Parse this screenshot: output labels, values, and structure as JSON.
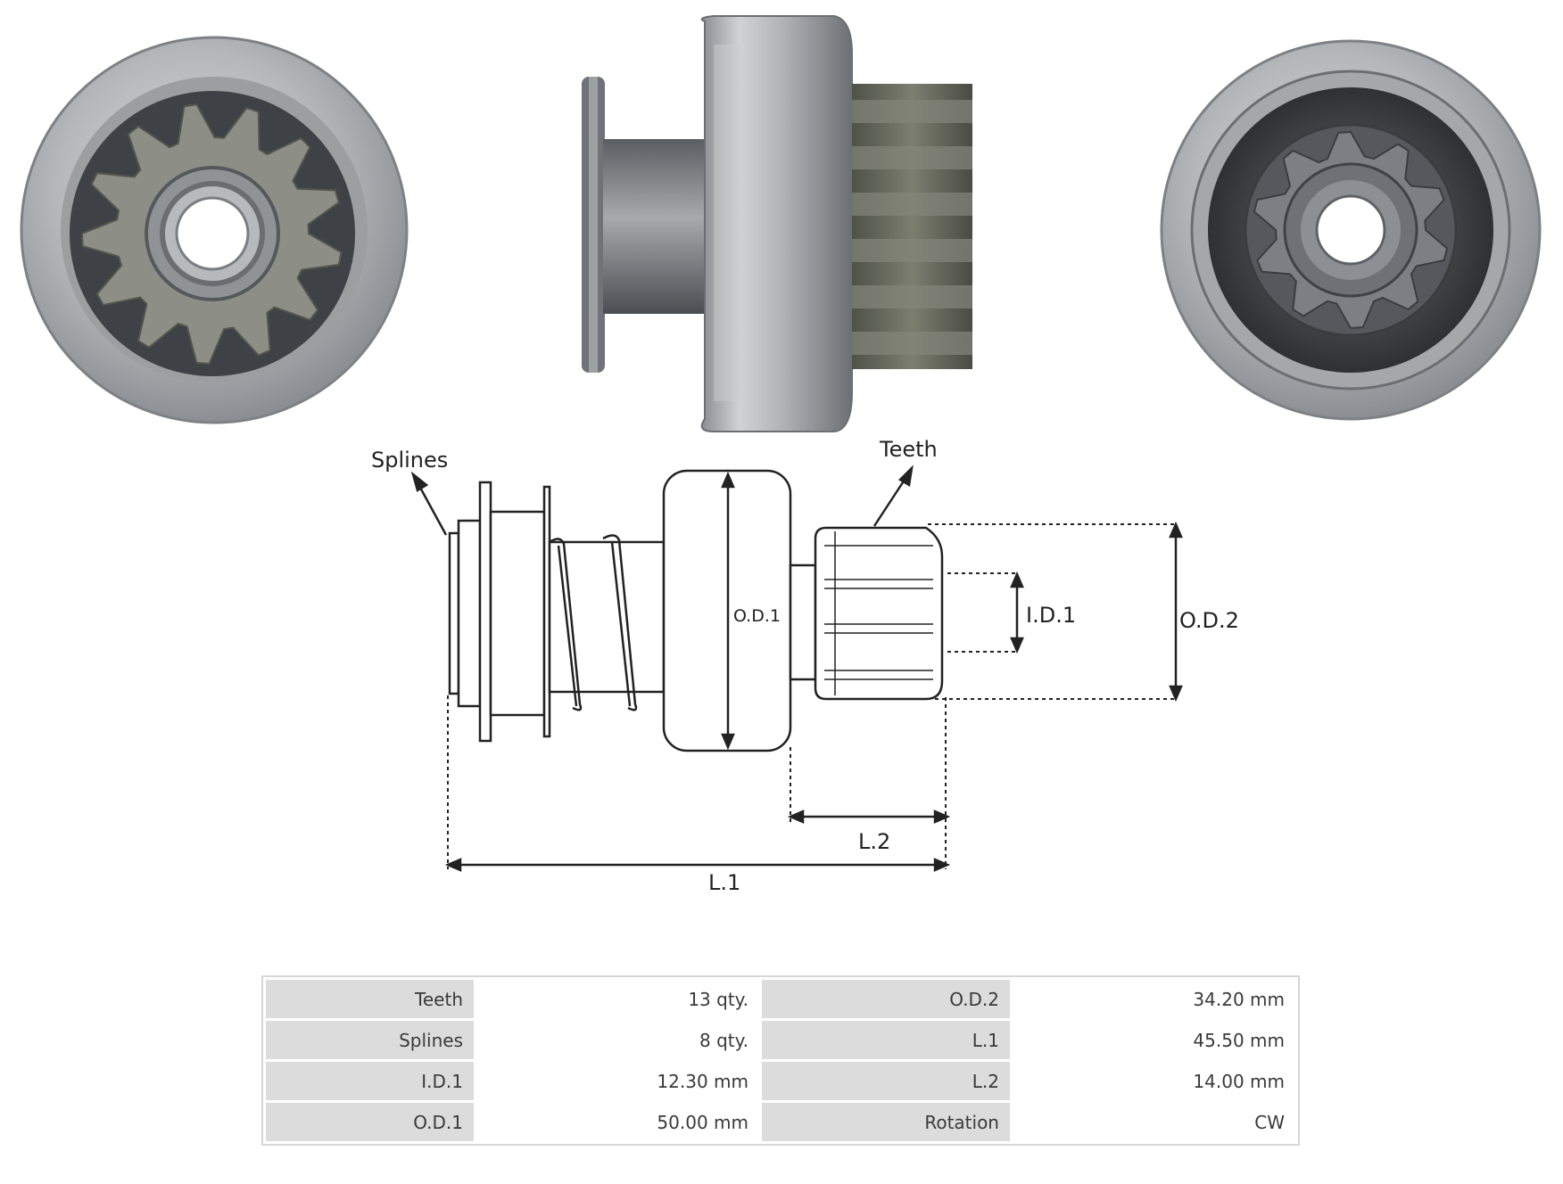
{
  "photos": {
    "front": {
      "icon": "pinion-gear-front-view"
    },
    "side": {
      "icon": "starter-drive-side-view"
    },
    "back": {
      "icon": "starter-drive-back-view"
    }
  },
  "diagram": {
    "label_splines": "Splines",
    "label_teeth": "Teeth",
    "label_od1": "O.D.1",
    "label_id1": "I.D.1",
    "label_od2": "O.D.2",
    "label_l2": "L.2",
    "label_l1": "L.1"
  },
  "specs": {
    "rows": [
      {
        "k1": "Teeth",
        "v1": "13 qty.",
        "k2": "O.D.2",
        "v2": "34.20 mm"
      },
      {
        "k1": "Splines",
        "v1": "8 qty.",
        "k2": "L.1",
        "v2": "45.50 mm"
      },
      {
        "k1": "I.D.1",
        "v1": "12.30 mm",
        "k2": "L.2",
        "v2": "14.00 mm"
      },
      {
        "k1": "O.D.1",
        "v1": "50.00 mm",
        "k2": "Rotation",
        "v2": "CW"
      }
    ]
  },
  "colors": {
    "metal_light": "#c4c7ca",
    "metal_mid": "#8e9296",
    "metal_dark": "#4a4e52",
    "gear_olive": "#6b6d5e",
    "line": "#222222",
    "table_key_bg": "#dcdcdc",
    "table_border": "#d6d6d6"
  }
}
